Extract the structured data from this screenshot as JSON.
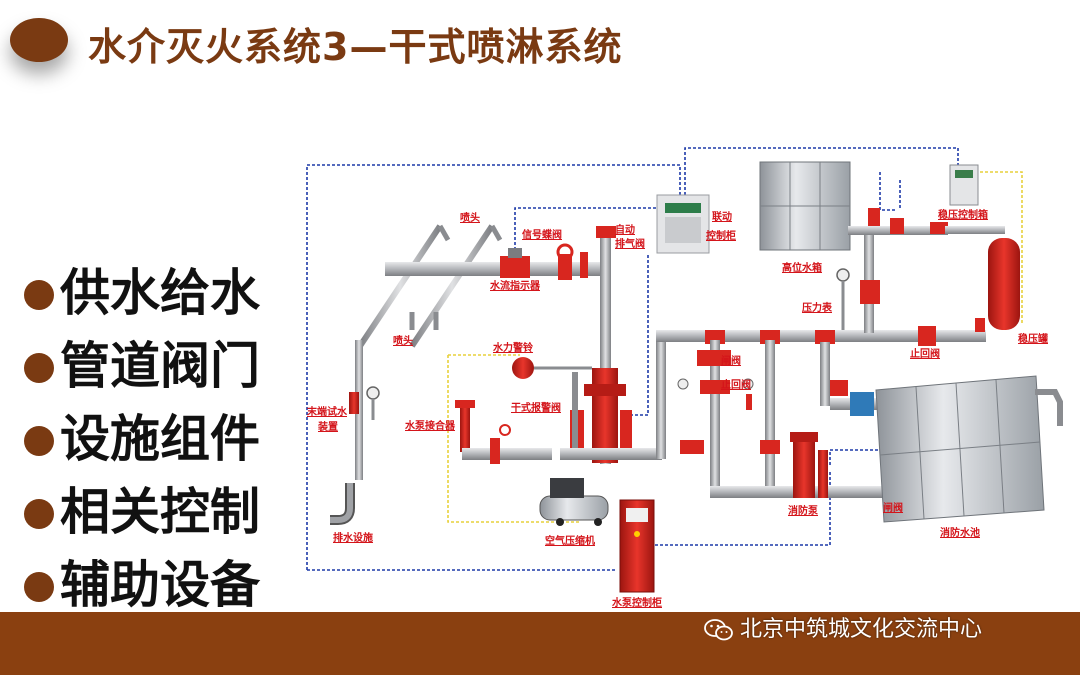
{
  "slide": {
    "title": "水介灭火系统3—干式喷淋系统",
    "bullets": [
      "供水给水",
      "管道阀门",
      "设施组件",
      "相关控制",
      "辅助设备"
    ],
    "watermark": "北京中筑城文化交流中心"
  },
  "diagram": {
    "labels": {
      "sprinkler_top": "喷头",
      "sprinkler_mid": "喷头",
      "signal_valve": "信号蝶阀",
      "auto_exhaust_1": "自动",
      "auto_exhaust_2": "排气阀",
      "link_cabinet_1": "联动",
      "link_cabinet_2": "控制柜",
      "water_flow": "水流指示器",
      "high_tank": "高位水箱",
      "pressure_cabinet": "稳压控制箱",
      "pressure_gauge": "压力表",
      "check_valve_top": "止回阀",
      "pressure_tank": "稳压罐",
      "water_bell": "水力警铃",
      "end_test_1": "末端试水",
      "end_test_2": "装置",
      "pump_adapter": "水泵接合器",
      "dry_alarm": "干式报警阀",
      "gate_valve_1": "闸阀",
      "check_valve_mid": "止回阀",
      "fire_pump": "消防泵",
      "gate_valve_2": "闸阀",
      "fire_pool": "消防水池",
      "drain": "排水设施",
      "air_compressor": "空气压缩机",
      "pump_cabinet": "水泵控制柜"
    },
    "colors": {
      "brand": "#7a3a12",
      "bar": "#8a4010",
      "label": "#d4141a",
      "pipe": "#a7a9ad",
      "red_fitting": "#d8261f",
      "signal_blue": "#1d3aa8",
      "yellow_wire": "#e7d13c"
    }
  }
}
